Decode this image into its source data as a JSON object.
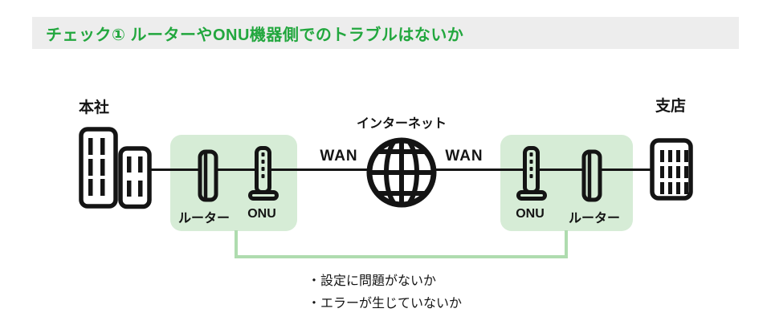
{
  "colors": {
    "accent": "#22a73e",
    "banner_bg": "#ededed",
    "box_fill": "#d6ecd6",
    "bracket": "#afdcaf",
    "ink": "#141414"
  },
  "header": {
    "title": "チェック① ルーターやONU機器側でのトラブルはないか"
  },
  "diagram": {
    "hq_label": "本社",
    "branch_label": "支店",
    "internet_label": "インターネット",
    "wan_left": "WAN",
    "wan_right": "WAN",
    "left_box": {
      "router_label": "ルーター",
      "onu_label": "ONU"
    },
    "right_box": {
      "onu_label": "ONU",
      "router_label": "ルーター"
    }
  },
  "checklist": {
    "items": [
      "・設定に問題がないか",
      "・エラーが生じていないか"
    ]
  }
}
